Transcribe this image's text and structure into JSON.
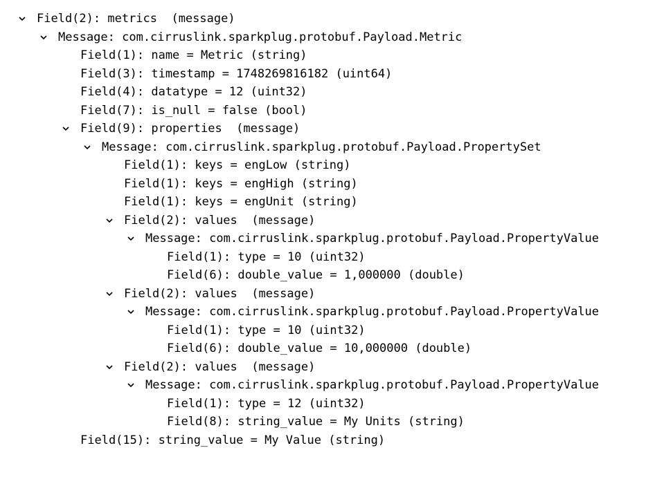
{
  "tree": [
    {
      "level": 0,
      "expandable": true,
      "icon": "chevron-down-icon",
      "text": "Field(2): metrics  (message)"
    },
    {
      "level": 1,
      "expandable": true,
      "icon": "chevron-down-icon",
      "text": "Message: com.cirruslink.sparkplug.protobuf.Payload.Metric"
    },
    {
      "level": 2,
      "expandable": false,
      "text": "Field(1): name = Metric (string)"
    },
    {
      "level": 2,
      "expandable": false,
      "text": "Field(3): timestamp = 1748269816182 (uint64)"
    },
    {
      "level": 2,
      "expandable": false,
      "text": "Field(4): datatype = 12 (uint32)"
    },
    {
      "level": 2,
      "expandable": false,
      "text": "Field(7): is_null = false (bool)"
    },
    {
      "level": 2,
      "expandable": true,
      "icon": "chevron-down-icon",
      "text": "Field(9): properties  (message)"
    },
    {
      "level": 3,
      "expandable": true,
      "icon": "chevron-down-icon",
      "text": "Message: com.cirruslink.sparkplug.protobuf.Payload.PropertySet"
    },
    {
      "level": 4,
      "expandable": false,
      "text": "Field(1): keys = engLow (string)"
    },
    {
      "level": 4,
      "expandable": false,
      "text": "Field(1): keys = engHigh (string)"
    },
    {
      "level": 4,
      "expandable": false,
      "text": "Field(1): keys = engUnit (string)"
    },
    {
      "level": 4,
      "expandable": true,
      "icon": "chevron-down-icon",
      "text": "Field(2): values  (message)"
    },
    {
      "level": 5,
      "expandable": true,
      "icon": "chevron-down-icon",
      "text": "Message: com.cirruslink.sparkplug.protobuf.Payload.PropertyValue"
    },
    {
      "level": 6,
      "expandable": false,
      "text": "Field(1): type = 10 (uint32)"
    },
    {
      "level": 6,
      "expandable": false,
      "text": "Field(6): double_value = 1,000000 (double)"
    },
    {
      "level": 4,
      "expandable": true,
      "icon": "chevron-down-icon",
      "text": "Field(2): values  (message)"
    },
    {
      "level": 5,
      "expandable": true,
      "icon": "chevron-down-icon",
      "text": "Message: com.cirruslink.sparkplug.protobuf.Payload.PropertyValue"
    },
    {
      "level": 6,
      "expandable": false,
      "text": "Field(1): type = 10 (uint32)"
    },
    {
      "level": 6,
      "expandable": false,
      "text": "Field(6): double_value = 10,000000 (double)"
    },
    {
      "level": 4,
      "expandable": true,
      "icon": "chevron-down-icon",
      "text": "Field(2): values  (message)"
    },
    {
      "level": 5,
      "expandable": true,
      "icon": "chevron-down-icon",
      "text": "Message: com.cirruslink.sparkplug.protobuf.Payload.PropertyValue"
    },
    {
      "level": 6,
      "expandable": false,
      "text": "Field(1): type = 12 (uint32)"
    },
    {
      "level": 6,
      "expandable": false,
      "text": "Field(8): string_value = My Units (string)"
    },
    {
      "level": 2,
      "expandable": false,
      "text": "Field(15): string_value = My Value (string)"
    }
  ]
}
